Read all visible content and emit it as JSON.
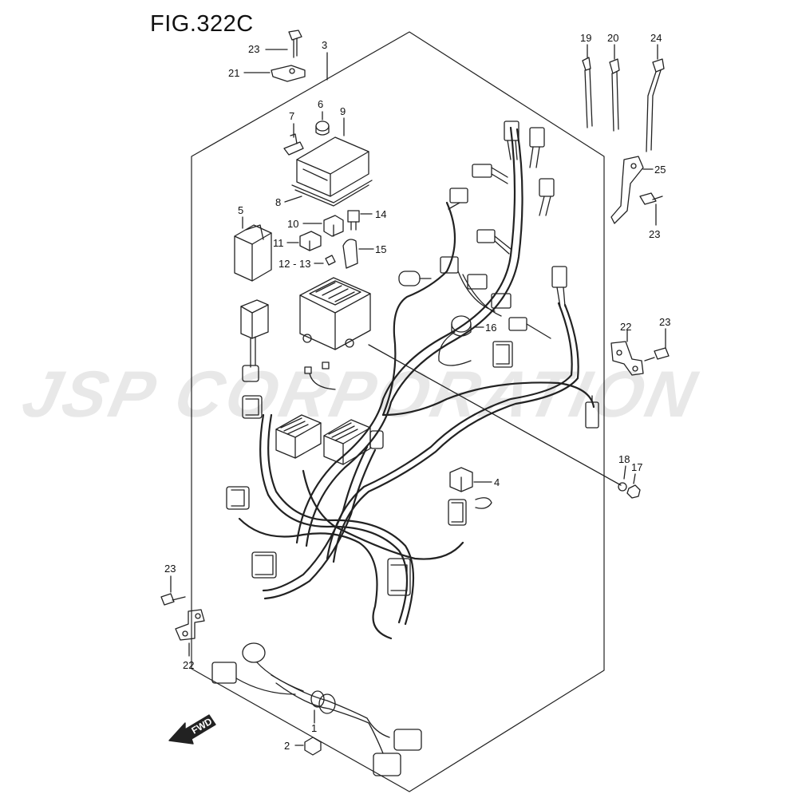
{
  "figure": {
    "title": "FIG.322C"
  },
  "watermark": {
    "text": "JSP CORPORATION"
  },
  "fwd_arrow": {
    "label": "FWD"
  },
  "callouts": {
    "c1": "1",
    "c2": "2",
    "c3": "3",
    "c4": "4",
    "c5": "5",
    "c6": "6",
    "c7": "7",
    "c8": "8",
    "c9": "9",
    "c10": "10",
    "c11": "11",
    "c12_13": "12 - 13",
    "c14": "14",
    "c15": "15",
    "c16": "16",
    "c17": "17",
    "c18": "18",
    "c19": "19",
    "c20": "20",
    "c21": "21",
    "c22a": "22",
    "c22b": "22",
    "c23a": "23",
    "c23b": "23",
    "c23c": "23",
    "c23d": "23",
    "c24": "24",
    "c25": "25"
  },
  "colors": {
    "line": "#222222",
    "watermark": "#cdcdcd",
    "background": "#ffffff"
  }
}
